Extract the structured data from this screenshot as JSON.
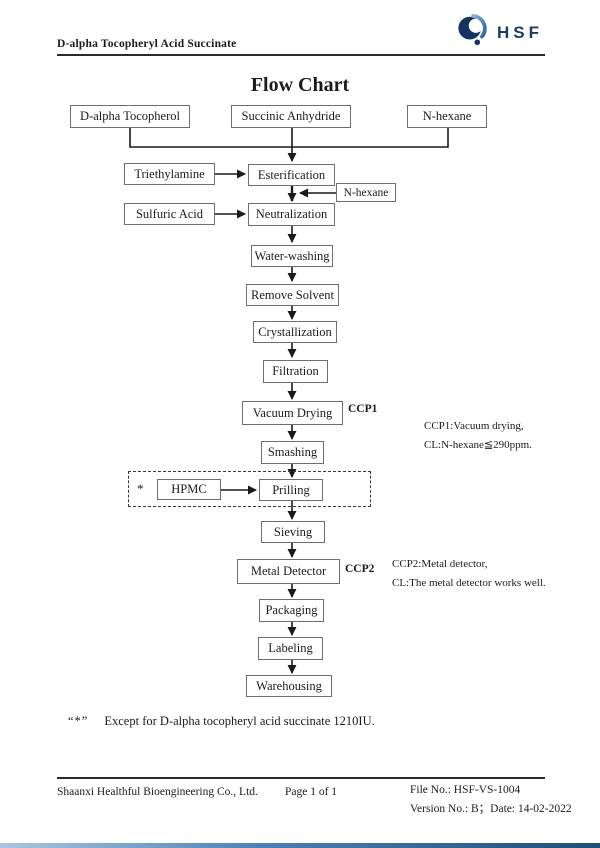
{
  "header": {
    "doc_title": "D-alpha Tocopheryl Acid Succinate",
    "logo_text": "HSF"
  },
  "page_title": "Flow Chart",
  "flow": {
    "nodes": {
      "d_alpha_tocopherol": "D-alpha Tocopherol",
      "succinic_anhydride": "Succinic Anhydride",
      "n_hexane": "N-hexane",
      "triethylamine": "Triethylamine",
      "esterification": "Esterification",
      "n_hexane_2": "N-hexane",
      "sulfuric_acid": "Sulfuric Acid",
      "neutralization": "Neutralization",
      "water_washing": "Water-washing",
      "remove_solvent": "Remove Solvent",
      "crystallization": "Crystallization",
      "filtration": "Filtration",
      "vacuum_drying": "Vacuum Drying",
      "smashing": "Smashing",
      "hpmc": "HPMC",
      "prilling": "Prilling",
      "sieving": "Sieving",
      "metal_detector": "Metal Detector",
      "packaging": "Packaging",
      "labeling": "Labeling",
      "warehousing": "Warehousing"
    },
    "asterisk": "*",
    "ccp1_label": "CCP1",
    "ccp2_label": "CCP2"
  },
  "notes": {
    "ccp1_line1": "CCP1:Vacuum drying,",
    "ccp1_line2": "CL:N-hexane≦290ppm.",
    "ccp2_line1": "CCP2:Metal detector,",
    "ccp2_line2": "CL:The metal detector works well."
  },
  "footnote": {
    "mark": "“*”",
    "text": "Except for D-alpha tocopheryl acid succinate 1210IU."
  },
  "footer": {
    "company": "Shaanxi Healthful Bioengineering Co., Ltd.",
    "page": "Page 1 of 1",
    "file_no": "File No.: HSF-VS-1004",
    "version": "Version No.: B；Date: 14-02-2022"
  },
  "colors": {
    "logo_navy": "#1d3b66",
    "logo_blue": "#5d8fc4",
    "accent_bar_left": "#aac6e0",
    "accent_bar_right": "#1f4e79"
  }
}
